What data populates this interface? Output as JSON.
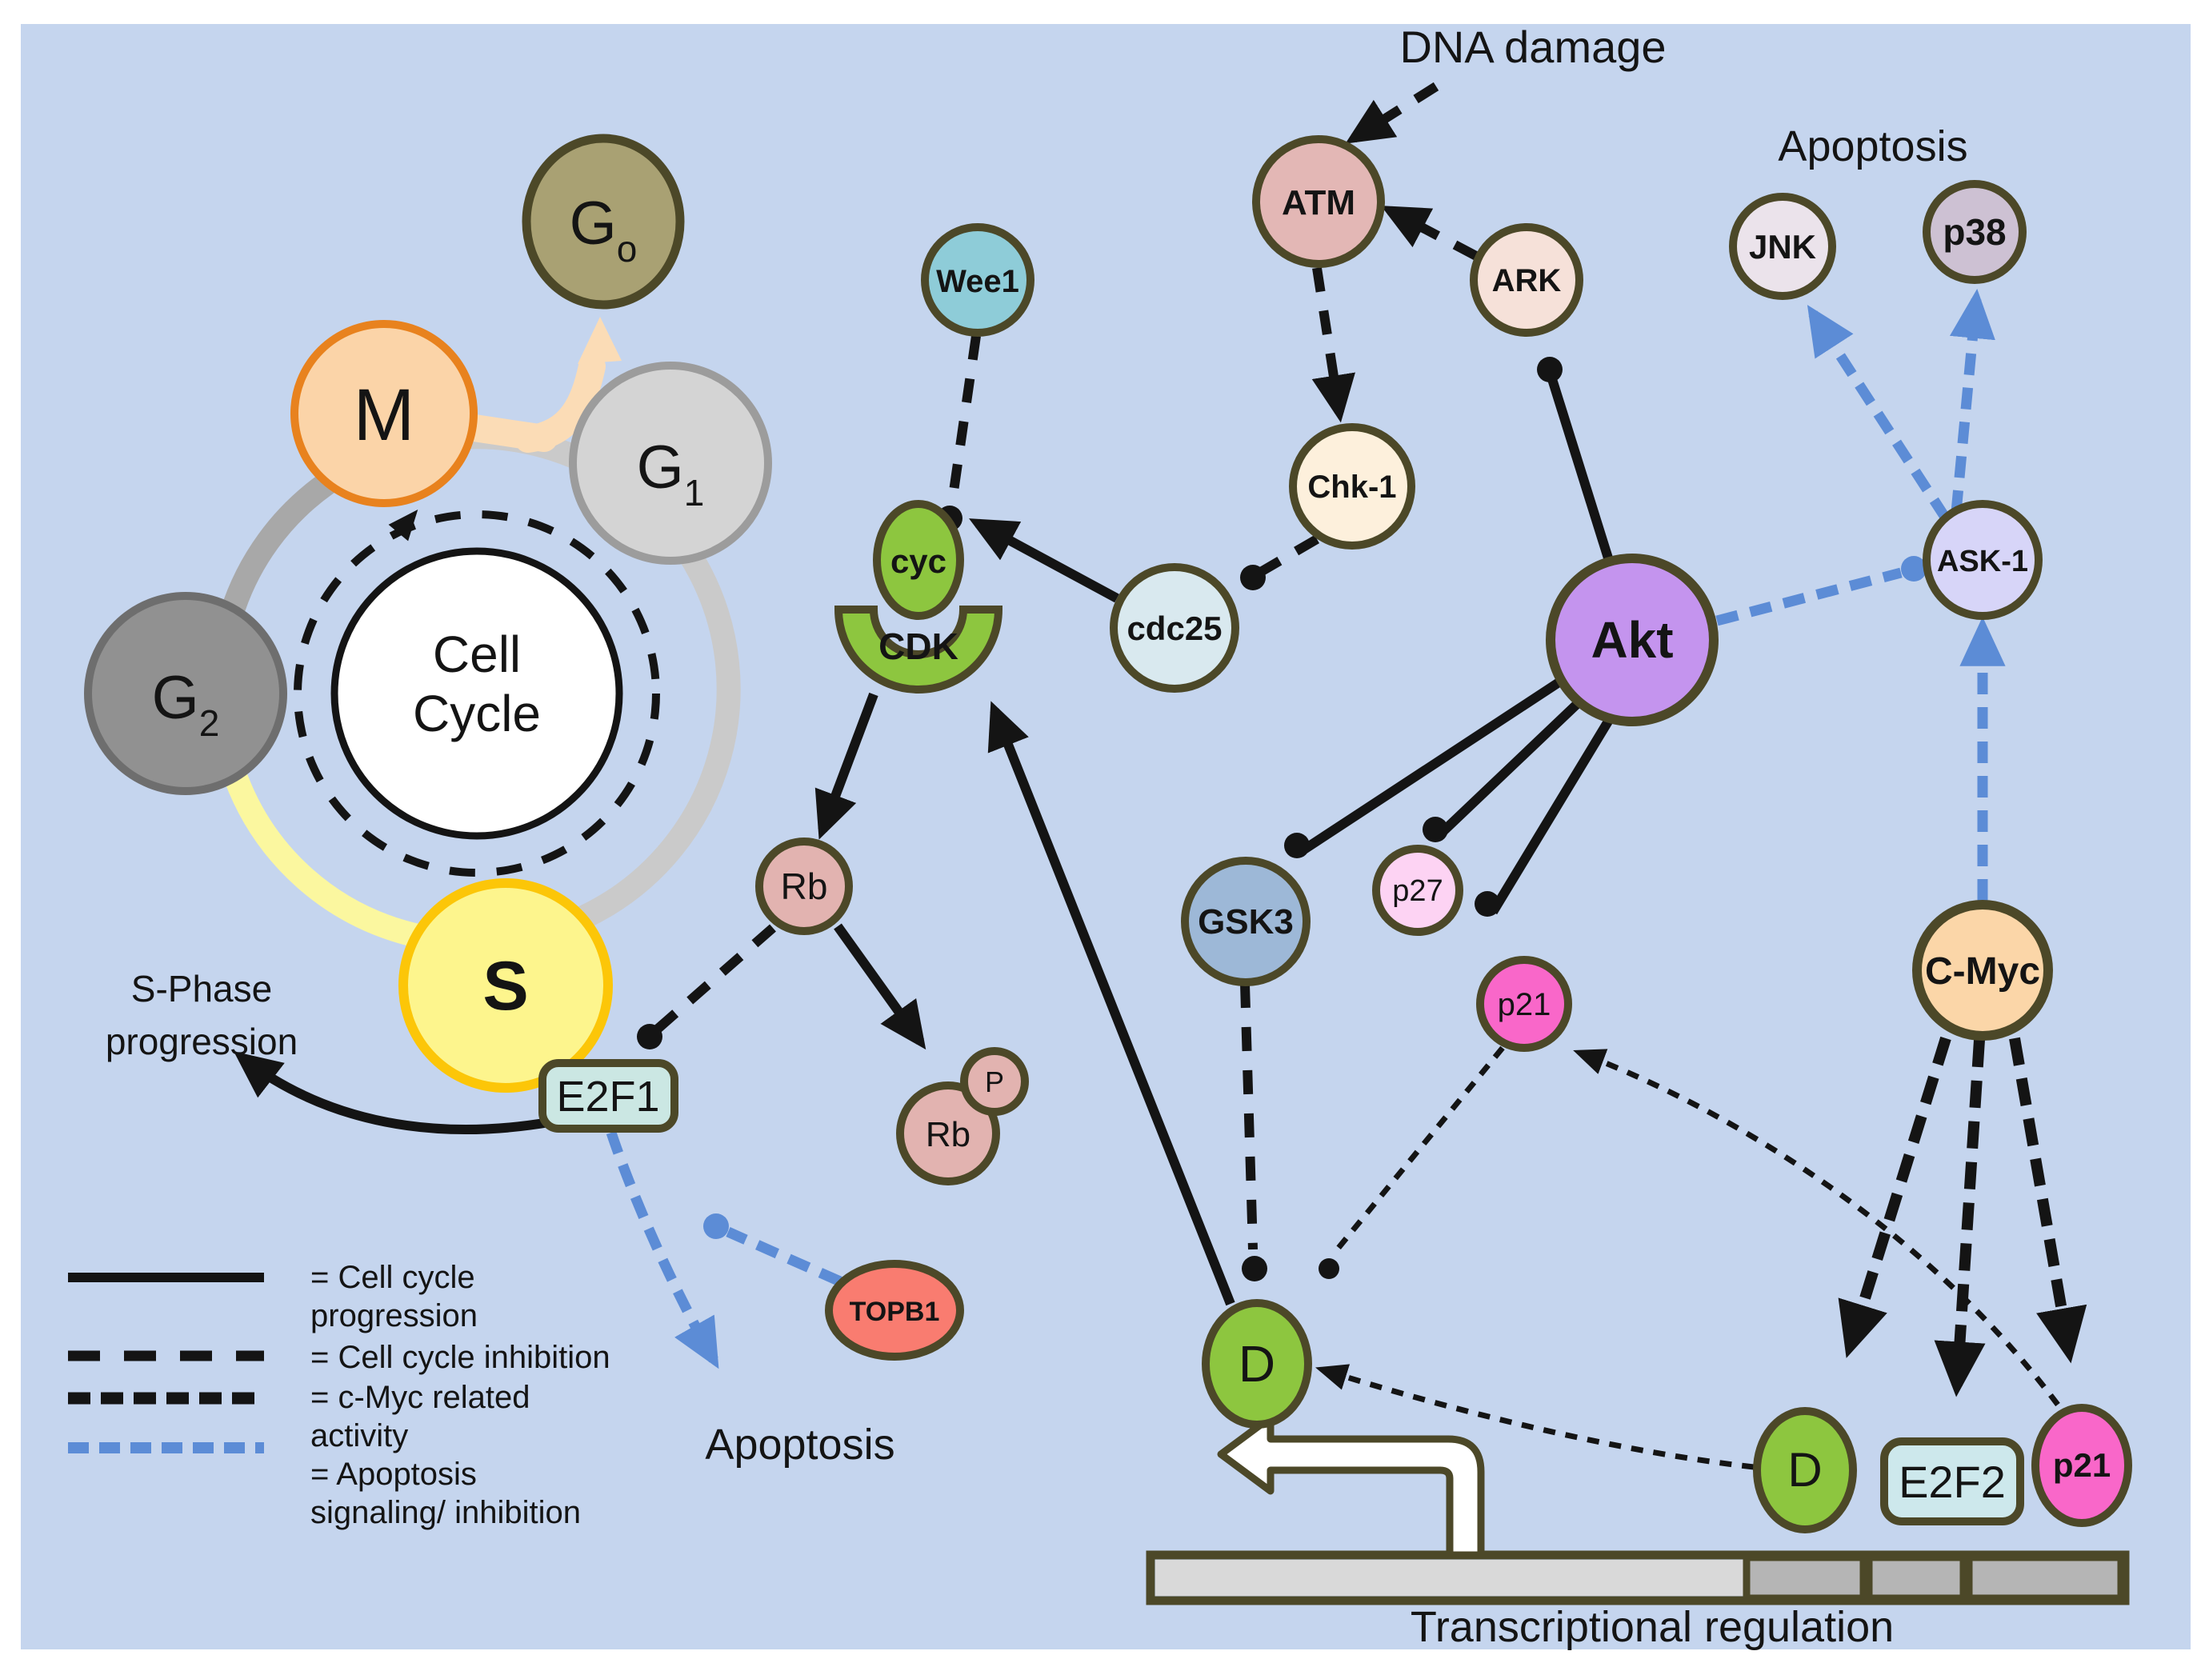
{
  "figure": {
    "dna_damage": "DNA damage",
    "apoptosis_top": "Apoptosis",
    "apoptosis_bottom": "Apoptosis",
    "s_phase_line1": "S-Phase",
    "s_phase_line2": "progression",
    "transcriptional_regulation": "Transcriptional regulation"
  },
  "cell_cycle": {
    "center_line1": "Cell",
    "center_line2": "Cycle",
    "phases": {
      "g0": {
        "base": "G",
        "sub": "o",
        "fill": "#a9a173",
        "stroke": "#4c4828",
        "text": "#5f5c44"
      },
      "m": {
        "label": "M",
        "fill": "#fbd4a8",
        "stroke": "#e8821e",
        "text": "#e8821e"
      },
      "g1": {
        "base": "G",
        "sub": "1",
        "fill": "#d4d4d4",
        "stroke": "#9c9c9c",
        "text": "#8e8e8e"
      },
      "g2": {
        "base": "G",
        "sub": "2",
        "fill": "#919191",
        "stroke": "#6e6e6e",
        "text": "#545454"
      },
      "s": {
        "label": "S",
        "fill": "#fdf58d",
        "stroke": "#fcc608",
        "text": "#f3b800"
      }
    }
  },
  "nodes": {
    "wee1": {
      "label": "Wee1",
      "fill": "#8eccd8"
    },
    "atm": {
      "label": "ATM",
      "fill": "#e3b7b5"
    },
    "ark": {
      "label": "ARK",
      "fill": "#f6e1d9"
    },
    "chk1": {
      "label": "Chk-1",
      "fill": "#fdf0dc"
    },
    "cdc25": {
      "label": "cdc25",
      "fill": "#d9e9ef"
    },
    "cyc": {
      "label": "cyc",
      "fill": "#8dc63f"
    },
    "cdk": {
      "label": "CDK",
      "fill": "#8dc63f"
    },
    "akt": {
      "label": "Akt",
      "fill": "#c494ee"
    },
    "jnk": {
      "label": "JNK",
      "fill": "#ebe3eb"
    },
    "p38": {
      "label": "p38",
      "fill": "#cdc1d3"
    },
    "ask1": {
      "label": "ASK-1",
      "fill": "#d7d5f8"
    },
    "gsk3": {
      "label": "GSK3",
      "fill": "#9db8d7"
    },
    "p27": {
      "label": "p27",
      "fill": "#fdd3f3"
    },
    "p21_upper": {
      "label": "p21",
      "fill": "#f967c9"
    },
    "cmyc": {
      "label": "C-Myc",
      "fill": "#fbd6a8"
    },
    "rb": {
      "label": "Rb",
      "fill": "#e2b3b0"
    },
    "rb_p": {
      "label": "Rb",
      "badge": "P",
      "fill": "#e2b3b0"
    },
    "e2f1": {
      "label": "E2F1",
      "fill": "#cbe7e3"
    },
    "topb1": {
      "label": "TOPB1",
      "fill": "#f97c70"
    },
    "d_main": {
      "label": "D",
      "fill": "#8dc63f"
    },
    "d_gene": {
      "label": "D",
      "fill": "#8dc63f"
    },
    "e2f2": {
      "label": "E2F2",
      "fill": "#cde8ec"
    },
    "p21_gene": {
      "label": "p21",
      "fill": "#f967c9"
    }
  },
  "legend": {
    "entries": [
      {
        "style": "cell-cycle-progression",
        "lines": [
          "= Cell cycle",
          "progression"
        ]
      },
      {
        "style": "cell-cycle-inhibition",
        "lines": [
          "= Cell cycle inhibition"
        ]
      },
      {
        "style": "c-myc-related-activity",
        "lines": [
          "= c-Myc related",
          "activity"
        ]
      },
      {
        "style": "apoptosis-signaling",
        "lines": [
          "= Apoptosis",
          "signaling/ inhibition"
        ]
      }
    ]
  },
  "colors": {
    "canvas": "#c5d5ee",
    "ink": "#141414",
    "blue": "#5c8cd6",
    "olive": "#4c4828",
    "ringgray": "#a8a8a8",
    "ringyellow": "#fbf79f",
    "ringsilver": "#cacaca",
    "peach": "#fbdcb6",
    "barlight": "#d9d9d9",
    "bardark": "#b5b5b5"
  }
}
